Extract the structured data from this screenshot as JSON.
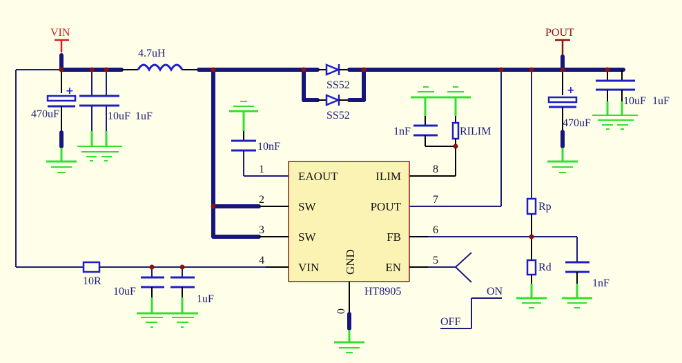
{
  "title": "HT8905 boost converter schematic",
  "colors": {
    "background": "#fefee9",
    "wire": "#1b1b7a",
    "ground": "#30e030",
    "component": "#1d1dc8",
    "junction": "#8b1010",
    "vin_port": "#d42020",
    "pout_port": "#8b1010",
    "chip_fill": "#fbf3b3"
  },
  "ports": {
    "vin": "VIN",
    "pout": "POUT"
  },
  "components": {
    "inductor": "4.7uH",
    "diode1": "SS52",
    "diode2": "SS52",
    "cin_bulk": "470uF",
    "cin_10u": "10uF",
    "cin_1u": "1uF",
    "c_eaout": "10nF",
    "c_ilim": "1nF",
    "r_ilim": "RILIM",
    "cout_bulk": "470uF",
    "cout_10u": "10uF",
    "cout_1u": "1uF",
    "r_vin": "10R",
    "cvin_10u": "10uF",
    "cvin_1u": "1uF",
    "rp": "Rp",
    "rd": "Rd",
    "c_fb": "1nF",
    "r_gnd": "0"
  },
  "chip": {
    "name": "HT8905",
    "gnd_label": "GND",
    "pins_left": [
      {
        "num": "1",
        "name": "EAOUT"
      },
      {
        "num": "2",
        "name": "SW"
      },
      {
        "num": "3",
        "name": "SW"
      },
      {
        "num": "4",
        "name": "VIN"
      }
    ],
    "pins_right": [
      {
        "num": "8",
        "name": "ILIM"
      },
      {
        "num": "7",
        "name": "POUT"
      },
      {
        "num": "6",
        "name": "FB"
      },
      {
        "num": "5",
        "name": "EN"
      }
    ]
  },
  "switch": {
    "on": "ON",
    "off": "OFF"
  }
}
